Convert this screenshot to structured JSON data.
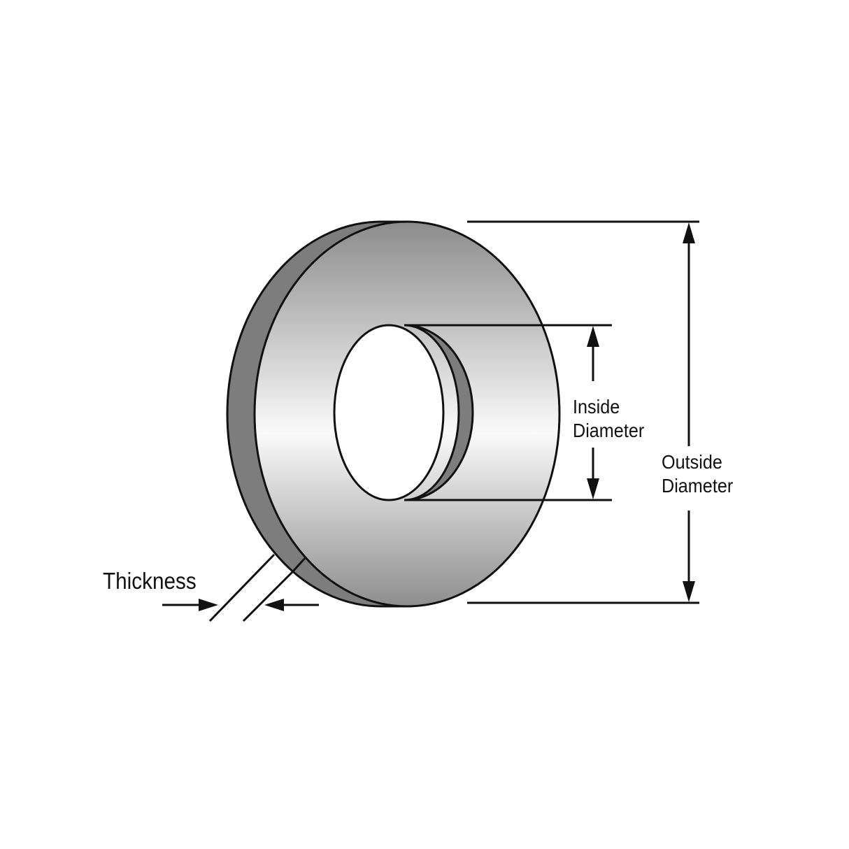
{
  "labels": {
    "inside_diameter": [
      "Inside",
      "Diameter"
    ],
    "outside_diameter": [
      "Outside",
      "Diameter"
    ],
    "thickness": "Thickness"
  },
  "colors": {
    "edge_band": "#7d7d7d",
    "face_dark": "#8c8c8c",
    "face_light": "#fafafa",
    "outline": "#111111"
  }
}
